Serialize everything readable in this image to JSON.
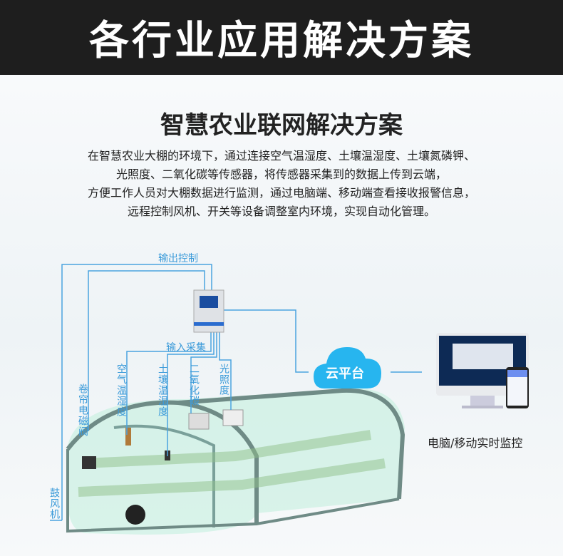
{
  "header": {
    "title": "各行业应用解决方案"
  },
  "section": {
    "title": "智慧农业联网解决方案",
    "paragraph": [
      "在智慧农业大棚的环境下，通过连接空气温湿度、土壤温湿度、土壤氮磷钾、",
      "光照度、二氧化碳等传感器，将传感器采集到的数据上传到云端，",
      "方便工作人员对大棚数据进行监测，通过电脑端、移动端查看接收报警信息，",
      "远程控制风机、开关等设备调整室内环境，实现自动化管理。"
    ]
  },
  "diagram": {
    "output_label": "输出控制",
    "input_label": "输入采集",
    "sensors": [
      "空气温湿度",
      "土壤温湿度",
      "二氧化碳",
      "光照度"
    ],
    "actuators": [
      "卷帘电磁阀",
      "鼓风机"
    ],
    "cloud": "云平台",
    "monitor_caption": "电脑/移动实时监控",
    "line_color": "#4aa3df"
  }
}
